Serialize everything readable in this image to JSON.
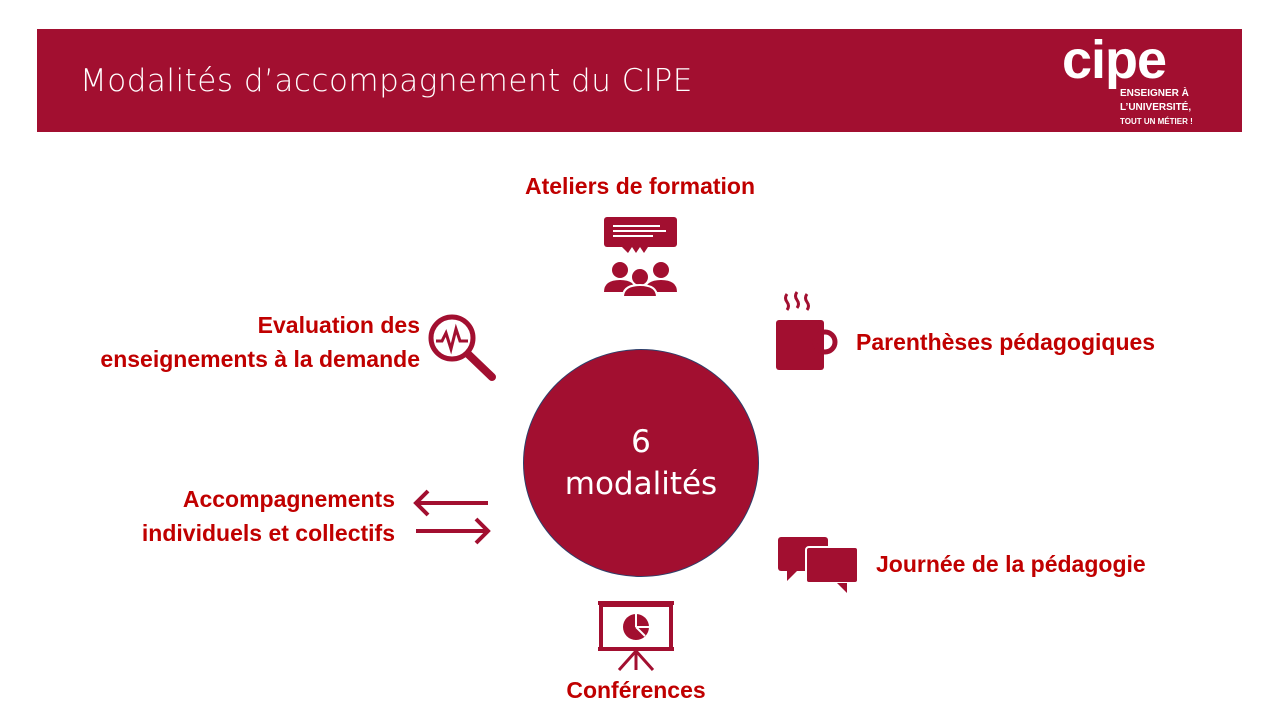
{
  "header": {
    "title": "Modalités d’accompagnement du CIPE",
    "logo": {
      "word": "cipe",
      "tagline": [
        "ENSEIGNER À",
        "L’UNIVERSITÉ,",
        "TOUT UN MÉTIER !"
      ]
    }
  },
  "center": {
    "count": "6",
    "label": "modalités"
  },
  "modalities": {
    "ateliers": "Ateliers de formation",
    "parentheses": "Parenthèses pédagogiques",
    "journee": "Journée de la pédagogie",
    "conferences": "Conférences",
    "accompagnements": [
      "Accompagnements",
      "individuels et collectifs"
    ],
    "evaluation": [
      "Evaluation des",
      "enseignements à la demande"
    ]
  },
  "colors": {
    "brand": "#A20F30",
    "label": "#C00000"
  }
}
